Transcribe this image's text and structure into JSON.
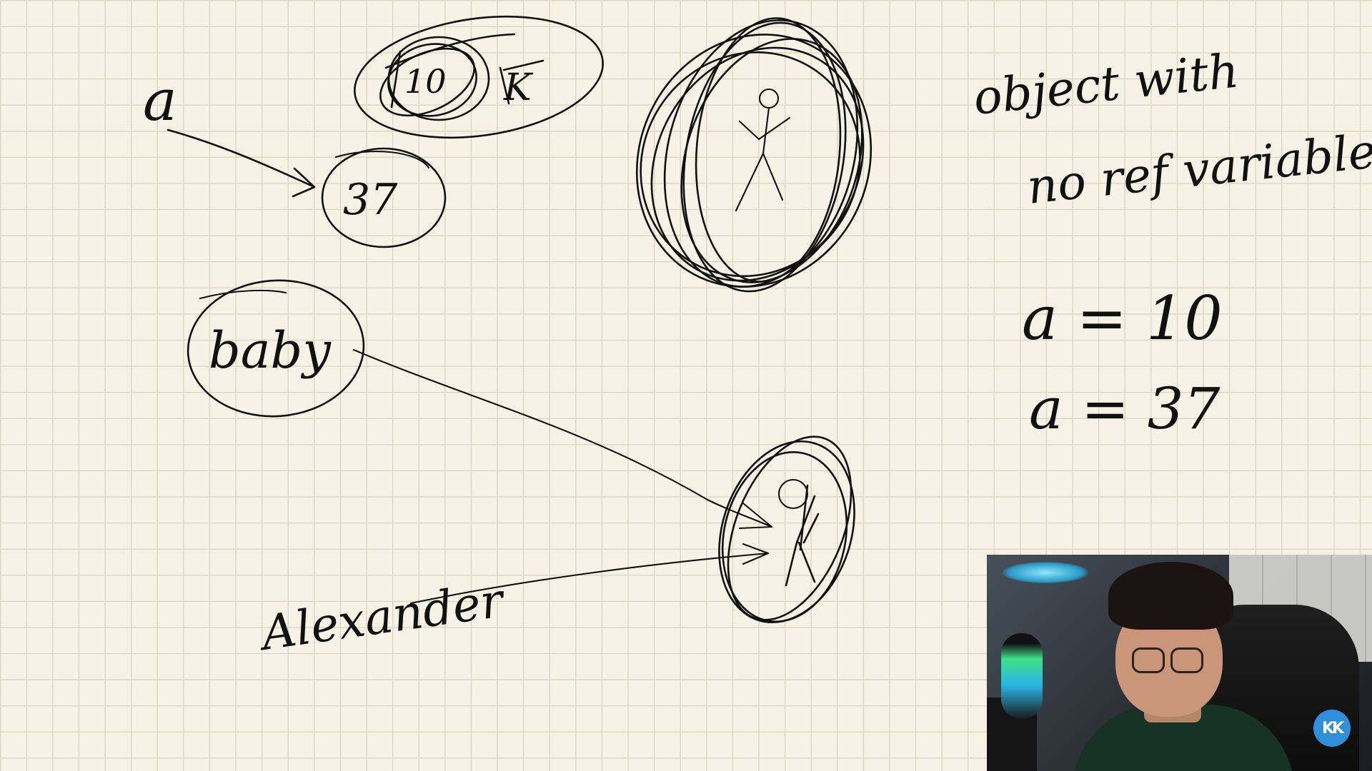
{
  "whiteboard": {
    "var_a": "a",
    "value_10": "10",
    "value_10_suffix": "K",
    "value_37": "37",
    "name_baby": "baby",
    "name_alexander": "Alexander",
    "note_line1": "object with",
    "note_line2": "no ref variable.",
    "assign_1": "a = 10",
    "assign_2": "a = 37"
  },
  "webcam": {
    "channel_logo": "KK"
  }
}
